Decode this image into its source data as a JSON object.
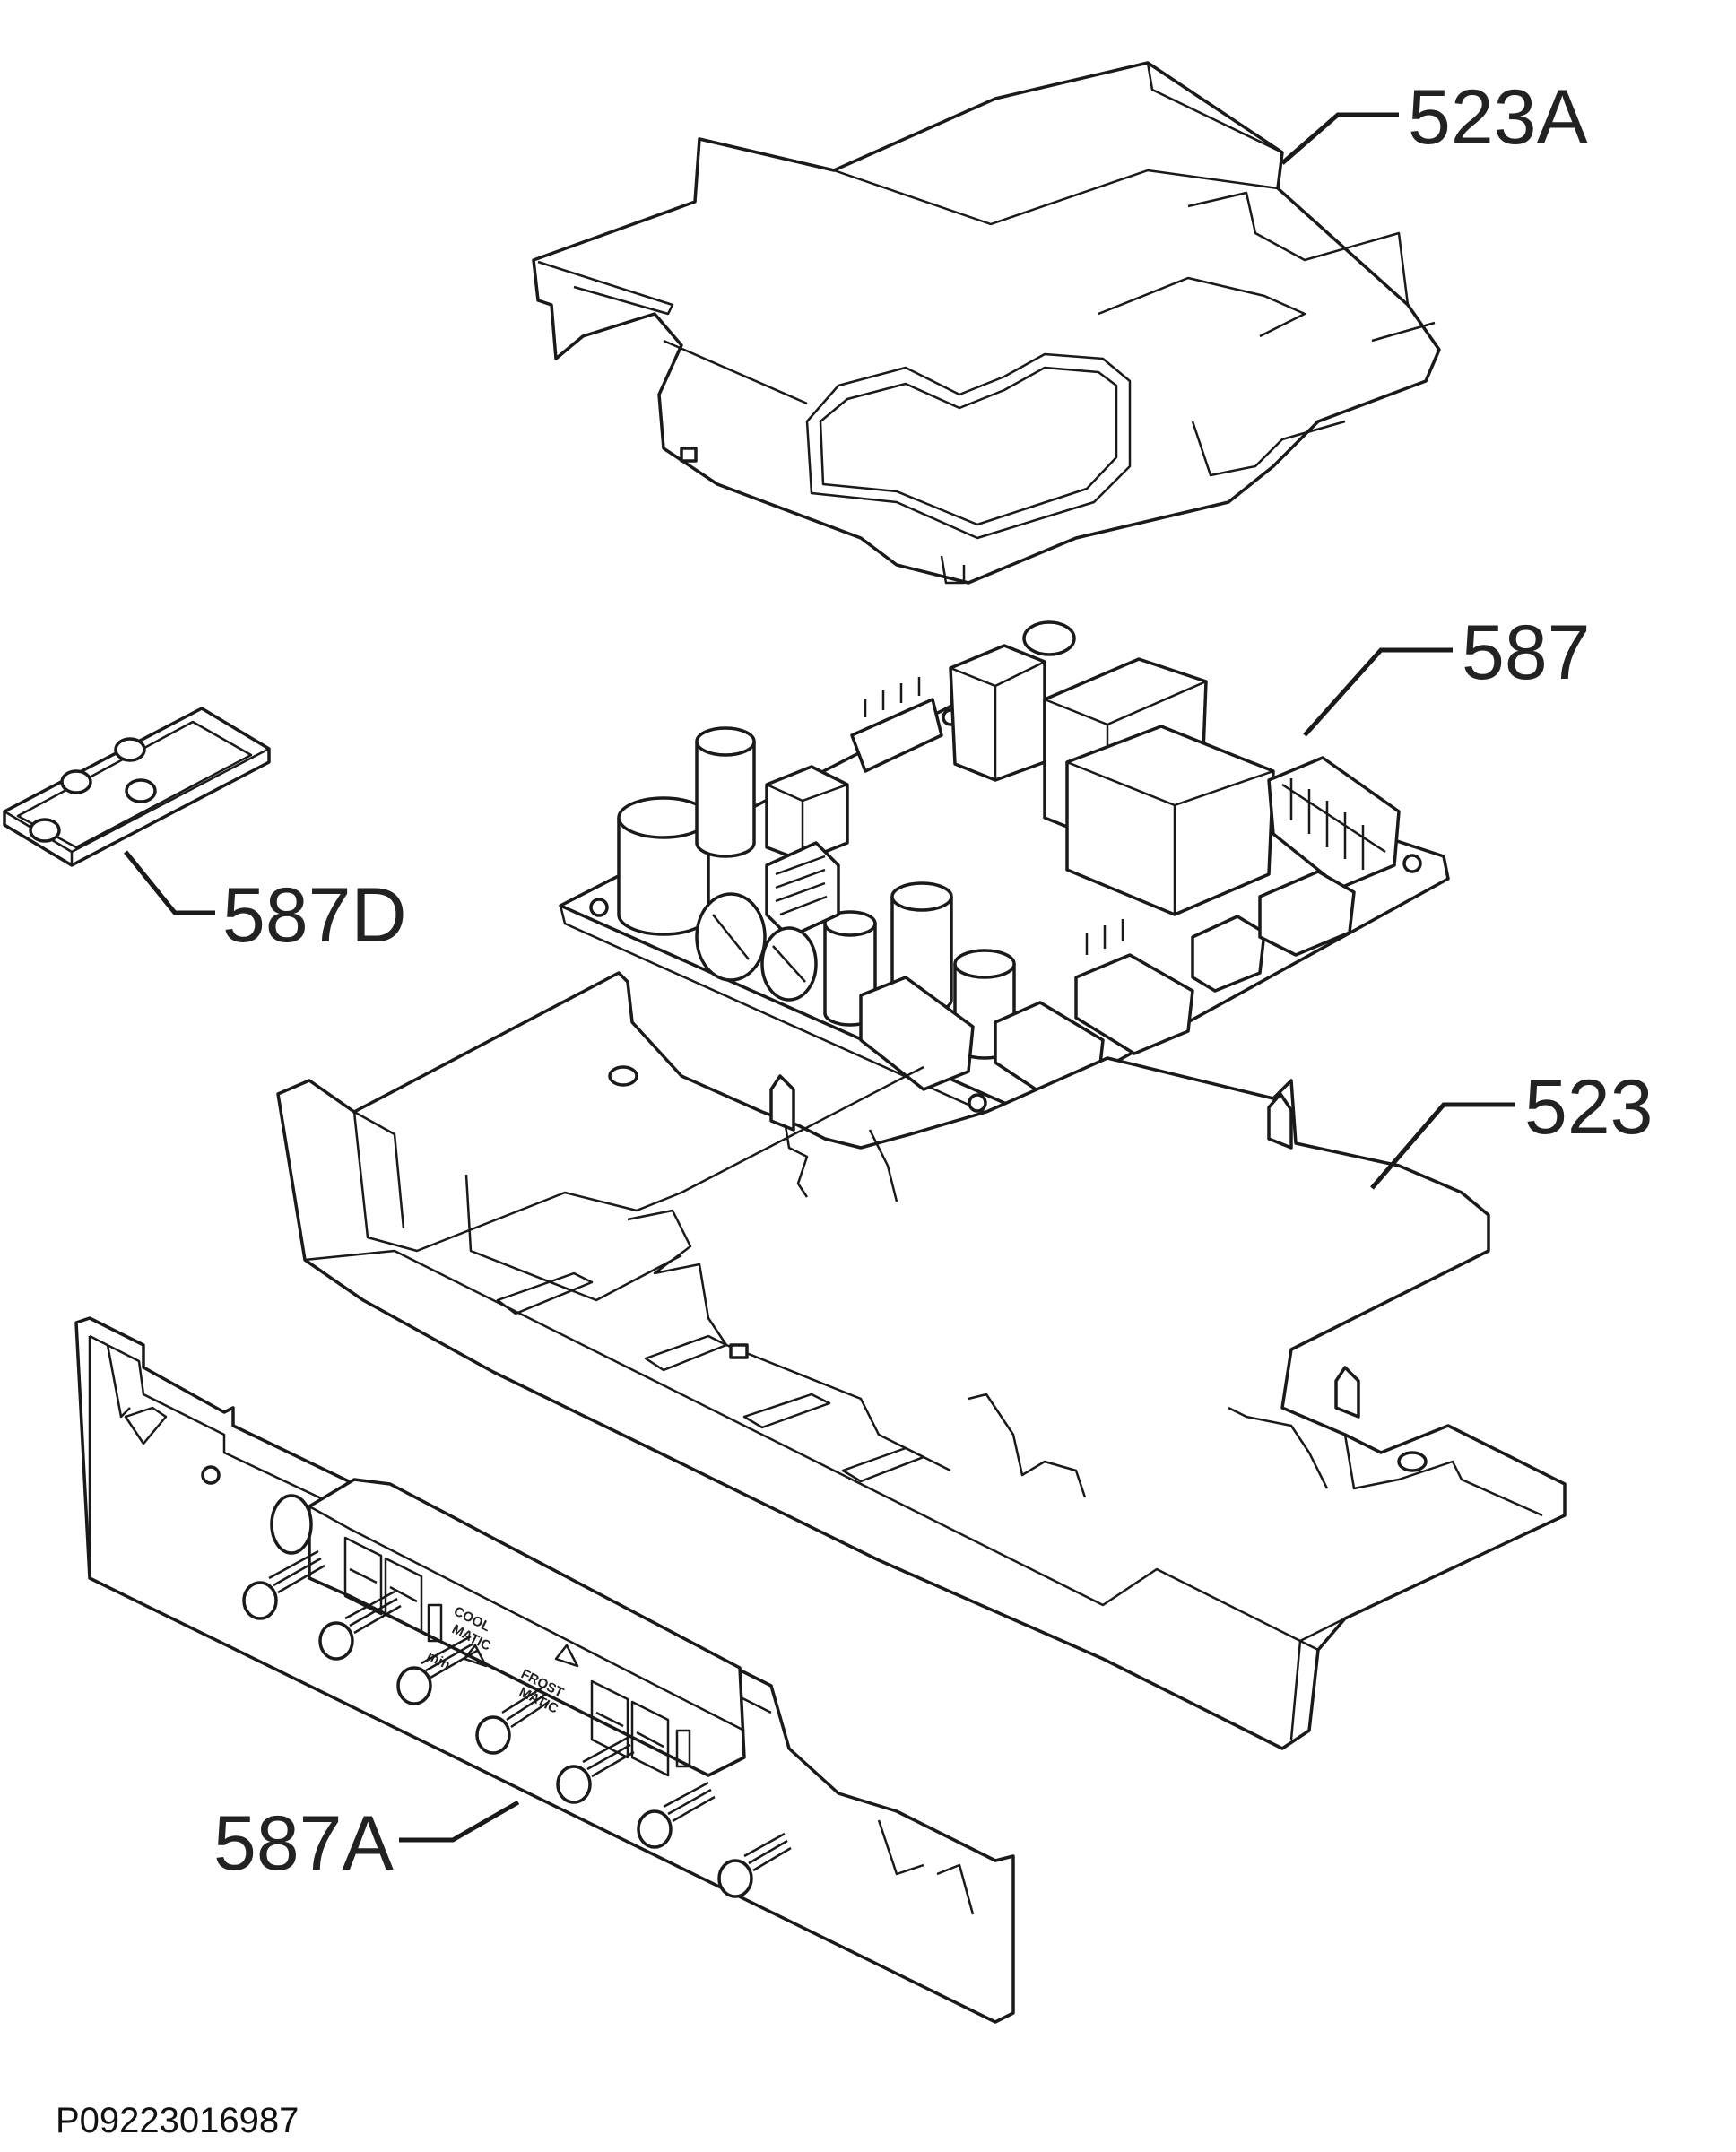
{
  "labels": {
    "cover": "523A",
    "board": "587",
    "keypad": "587D",
    "housing": "523",
    "display": "587A"
  },
  "display_text": {
    "cool_line1": "COOL",
    "cool_line2": "MATIC",
    "frost_line1": "FROST",
    "frost_line2": "MATIC",
    "min": "min"
  },
  "drawing_code": "P09223016987"
}
